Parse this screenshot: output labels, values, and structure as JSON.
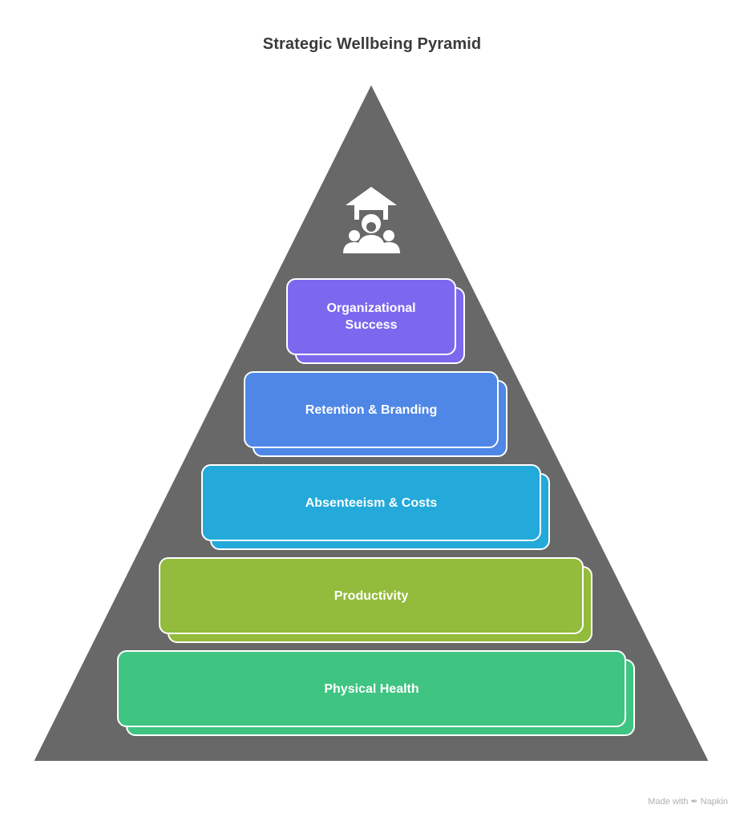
{
  "title": "Strategic Wellbeing Pyramid",
  "icon": "leader-with-team-icon",
  "levels": [
    {
      "label": "Organizational\nSuccess",
      "color": "#7b68ee"
    },
    {
      "label": "Retention & Branding",
      "color": "#4f87e6"
    },
    {
      "label": "Absenteeism & Costs",
      "color": "#23a9da"
    },
    {
      "label": "Productivity",
      "color": "#93bb3c"
    },
    {
      "label": "Physical Health",
      "color": "#3fc482"
    }
  ],
  "footer": "Made with ✒ Napkin",
  "colors": {
    "pyramid": "#686868",
    "pyramid_border": "#ffffff",
    "title": "#3a3a3a"
  }
}
